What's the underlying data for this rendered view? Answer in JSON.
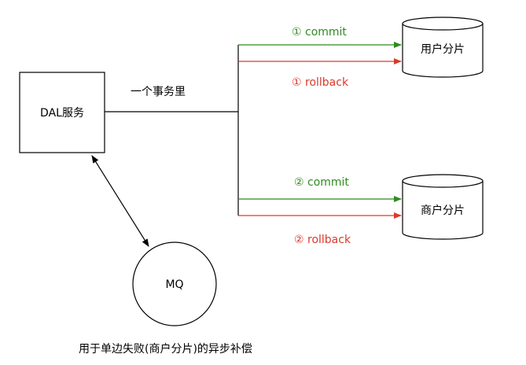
{
  "nodes": {
    "dal": {
      "label": "DAL服务"
    },
    "mq": {
      "label": "MQ"
    },
    "user_shard": {
      "label": "用户分片"
    },
    "merchant_shard": {
      "label": "商户分片"
    }
  },
  "edges": {
    "transaction_label": "一个事务里",
    "user_commit": "① commit",
    "user_rollback": "① rollback",
    "merchant_commit": "② commit",
    "merchant_rollback": "② rollback"
  },
  "caption": "用于单边失败(商户分片)的异步补偿",
  "colors": {
    "commit": "#2e8b1f",
    "rollback": "#d93a2b",
    "line": "#000000"
  }
}
